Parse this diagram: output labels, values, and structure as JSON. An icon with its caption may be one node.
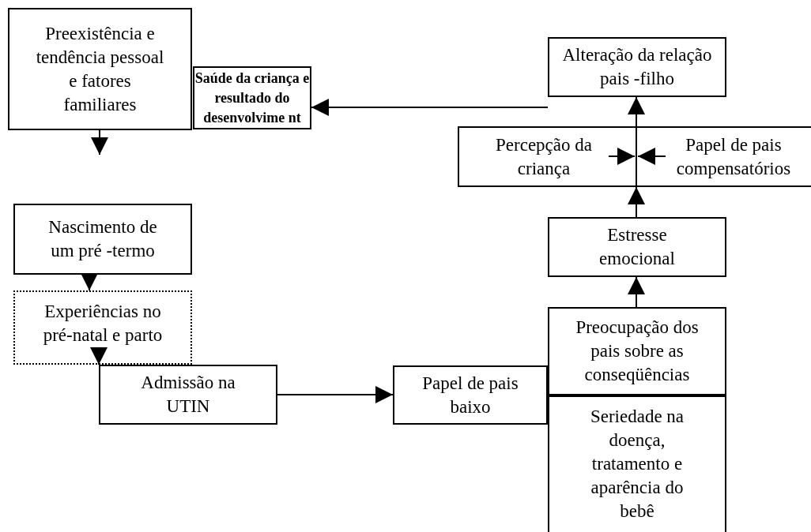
{
  "diagram": {
    "nodes": [
      {
        "text": [
          "Preexistência e tendência pessoal e fatores familiares"
        ]
      },
      {
        "text": [
          "Saúde da criança e resultado do desenvolvime nt"
        ]
      },
      {
        "text": [
          "Alteração da relação pais -filho"
        ]
      },
      {
        "text": [],
        "shape": "box"
      },
      {
        "text": [
          "Percepção da criança"
        ],
        "in": 3
      },
      {
        "text": [
          "Papel de pais compensatórios"
        ],
        "in": 3
      },
      {
        "text": [
          "Nascimento de um pré -termo"
        ]
      },
      {
        "text": [
          "Estresse emocional"
        ]
      },
      {
        "text": [
          "Experiências no pré-natal e parto"
        ]
      },
      {
        "text": [
          "Preocupação dos pais sobre as conseqüências"
        ]
      },
      {
        "text": [
          "Admissão na UTIN"
        ]
      },
      {
        "text": [
          "Papel de pais baixo"
        ]
      },
      {
        "text": [
          "Seriedade na doença, tratamento e aparência do bebê"
        ]
      }
    ],
    "edges": [
      {
        "from": 0,
        "to": null,
        "arrow": "to"
      },
      {
        "from": 2,
        "to": 1,
        "arrow": "to"
      },
      {
        "from": 4,
        "to": null,
        "arrow": "to"
      },
      {
        "from": 5,
        "to": null,
        "arrow": "to"
      },
      {
        "from": 7,
        "to": 3,
        "arrow": "to"
      },
      {
        "from": 3,
        "to": 2,
        "arrow": "to"
      },
      {
        "from": 6,
        "to": 8,
        "arrow": "to"
      },
      {
        "from": 9,
        "to": 7,
        "arrow": "to"
      },
      {
        "from": 8,
        "to": 10,
        "arrow": "to"
      },
      {
        "from": 10,
        "to": 11,
        "arrow": "to"
      }
    ]
  }
}
